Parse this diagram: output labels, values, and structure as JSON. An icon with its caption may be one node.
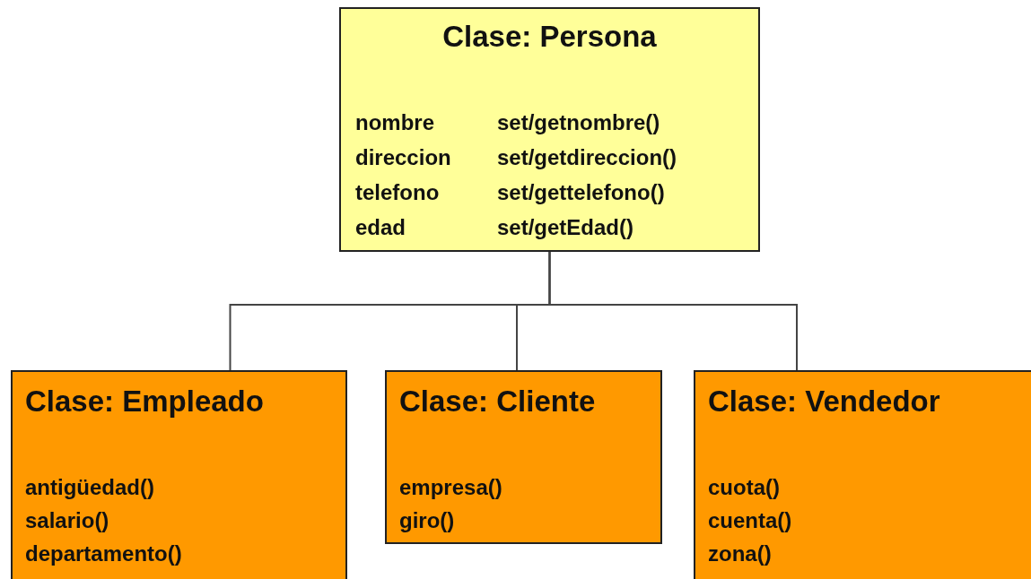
{
  "diagram": {
    "nodes": [
      {
        "text": [
          "Clase: Persona",
          "nombre",
          "set/getnombre()",
          "direccion",
          "set/getdireccion()",
          "telefono",
          "set/gettelefono()",
          "edad",
          "set/getEdad()"
        ]
      },
      {
        "text": [
          "Clase: Empleado",
          "antigüedad()",
          "salario()",
          "departamento()"
        ]
      },
      {
        "text": [
          "Clase: Cliente",
          "empresa()",
          "giro()"
        ]
      },
      {
        "text": [
          "Clase: Vendedor",
          "cuota()",
          "cuenta()",
          "zona()"
        ]
      }
    ],
    "edges": [
      {
        "from": 0,
        "to": 1,
        "arrow": "none"
      },
      {
        "from": 0,
        "to": 2,
        "arrow": "none"
      },
      {
        "from": 0,
        "to": 3,
        "arrow": "none"
      }
    ]
  }
}
